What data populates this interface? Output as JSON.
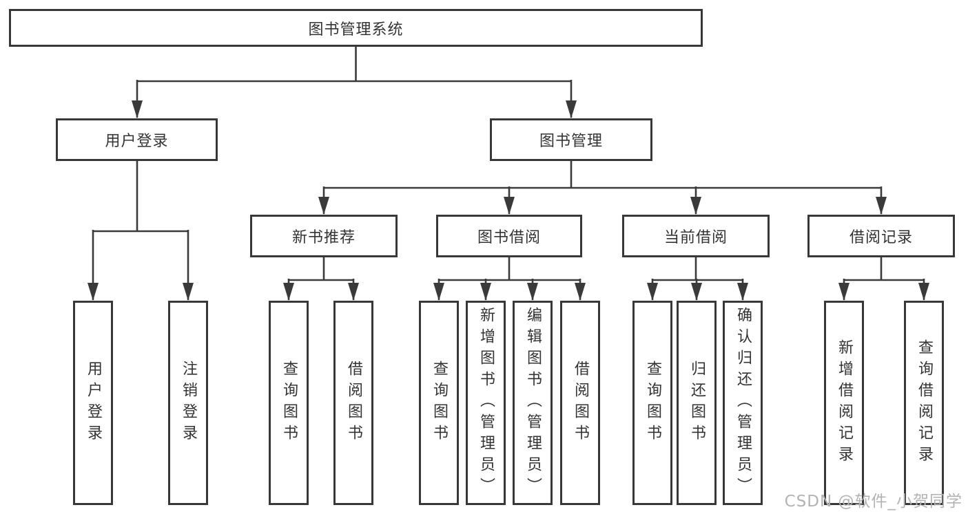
{
  "watermark": "CSDN @软件_小贺同学",
  "colors": {
    "line": "#3a3a3a",
    "border": "#383838",
    "text": "#333333",
    "watermark": "#b3b3b3",
    "background": "#ffffff"
  },
  "tree": {
    "root": {
      "label": "图书管理系统"
    },
    "branches": [
      {
        "label": "用户登录",
        "leaves": [
          "用户登录",
          "注销登录"
        ]
      },
      {
        "label": "图书管理",
        "children": [
          {
            "label": "新书推荐",
            "leaves": [
              "查询图书",
              "借阅图书"
            ]
          },
          {
            "label": "图书借阅",
            "leaves": [
              "查询图书",
              "新增图书（管理员）",
              "编辑图书（管理员）",
              "借阅图书"
            ]
          },
          {
            "label": "当前借阅",
            "leaves": [
              "查询图书",
              "归还图书",
              "确认归还（管理员）"
            ]
          },
          {
            "label": "借阅记录",
            "leaves": [
              "新增借阅记录",
              "查询借阅记录"
            ]
          }
        ]
      }
    ]
  }
}
